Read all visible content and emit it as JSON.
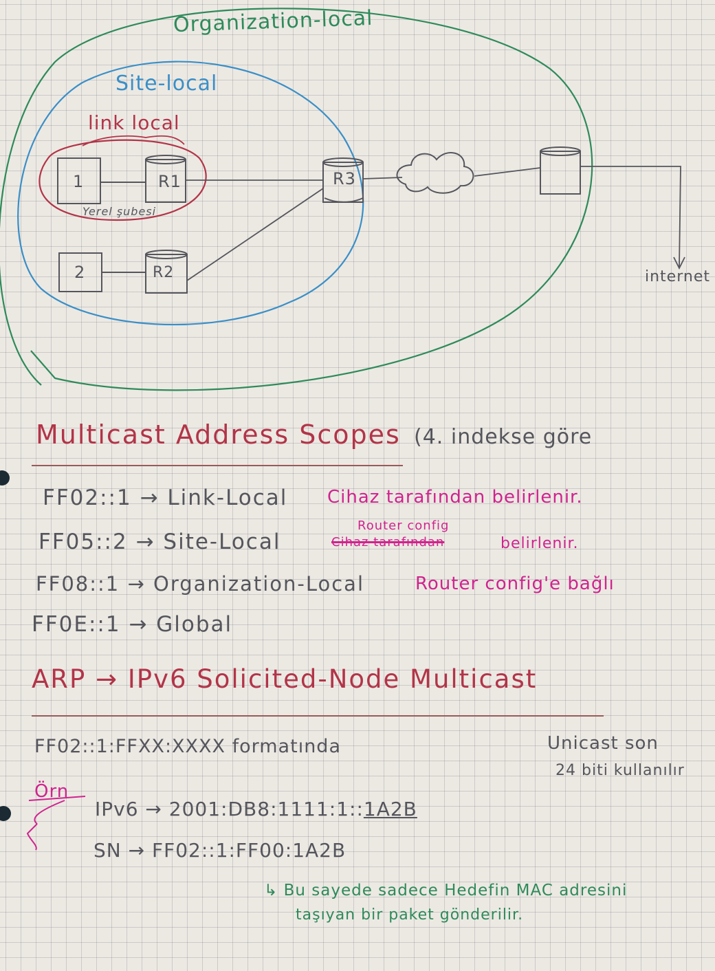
{
  "diagram": {
    "scope_labels": {
      "organization": "Organization-local",
      "site": "Site-local",
      "link": "link local",
      "local_branch": "Yerel şubesi"
    },
    "nodes": {
      "pc1": "1",
      "router1": "R1",
      "pc2": "2",
      "router2": "R2",
      "router3": "R3",
      "internet": "internet"
    },
    "colors": {
      "organization": "#2e8a5a",
      "site": "#3a8fc7",
      "link": "#b23448",
      "ink": "#55555c"
    }
  },
  "section1": {
    "heading": "Multicast Address Scopes",
    "heading_note": "(4. indekse göre",
    "rows": [
      {
        "addr": "FF02::1 → Link-Local",
        "note": "Cihaz tarafından belirlenir."
      },
      {
        "addr": "FF05::2 → Site-Local",
        "strike": "Cihaz tarafından",
        "above": "Router config",
        "note": "belirlenir."
      },
      {
        "addr": "FF08::1 → Organization-Local",
        "note": "Router config'e bağlı"
      },
      {
        "addr": "FF0E::1 → Global",
        "note": ""
      }
    ]
  },
  "section2": {
    "heading": "ARP → IPv6 Solicited-Node Multicast",
    "format": "FF02::1:FFXX:XXXX formatında",
    "side_note_1": "Unicast son",
    "side_note_2": "24 biti kullanılır",
    "example_label": "Örn",
    "ipv6_prefix": "IPv6 → 2001:DB8:1111:1::",
    "ipv6_suffix": "1A2B",
    "sn": "SN → FF02::1:FF00:1A2B",
    "explanation_1": "↳ Bu sayede sadece Hedefin MAC adresini",
    "explanation_2": "taşıyan bir paket gönderilir."
  }
}
